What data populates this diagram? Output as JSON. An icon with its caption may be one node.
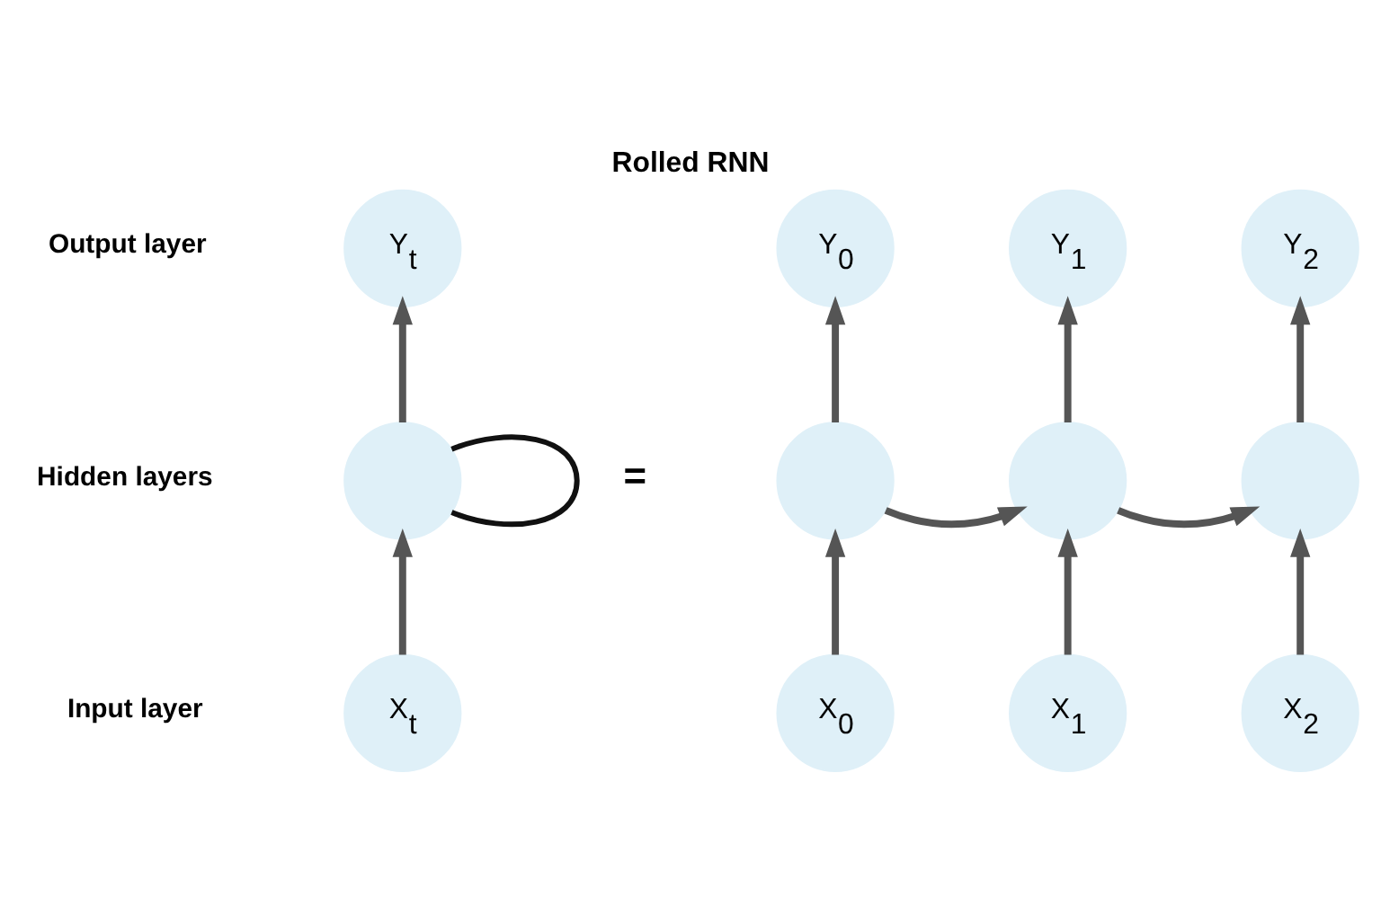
{
  "diagram": {
    "title": "Rolled RNN",
    "nodes": [
      {
        "text": [
          "Y$_{t}$"
        ]
      },
      {
        "text": [
          "Y$_{0}$"
        ]
      },
      {
        "text": [
          "Y$_{1}$"
        ]
      },
      {
        "text": [
          "Y$_{2}$"
        ]
      },
      {
        "text": [],
        "shape": "circle"
      },
      {
        "text": [],
        "shape": "circle"
      },
      {
        "text": [],
        "shape": "circle"
      },
      {
        "text": [],
        "shape": "circle"
      },
      {
        "text": [
          "X$_{t}$"
        ]
      },
      {
        "text": [
          "X$_{0}$"
        ]
      },
      {
        "text": [
          "X$_{1}$"
        ]
      },
      {
        "text": [
          "X$_{2}$"
        ]
      }
    ],
    "edges": [
      {
        "from": 8,
        "to": 4,
        "arrow": "to"
      },
      {
        "from": 4,
        "to": 0,
        "arrow": "to"
      },
      {
        "from": 4,
        "to": 4,
        "arrow": "none"
      },
      {
        "from": 9,
        "to": 5,
        "arrow": "to"
      },
      {
        "from": 5,
        "to": 1,
        "arrow": "to"
      },
      {
        "from": 5,
        "to": 6,
        "arrow": "to"
      },
      {
        "from": 10,
        "to": 6,
        "arrow": "to"
      },
      {
        "from": 6,
        "to": 2,
        "arrow": "to"
      },
      {
        "from": 6,
        "to": 7,
        "arrow": "to"
      },
      {
        "from": 11,
        "to": 7,
        "arrow": "to"
      },
      {
        "from": 7,
        "to": 3,
        "arrow": "to"
      }
    ],
    "labels": [
      "Output layer",
      "Hidden layers",
      "=",
      "Input layer"
    ]
  }
}
